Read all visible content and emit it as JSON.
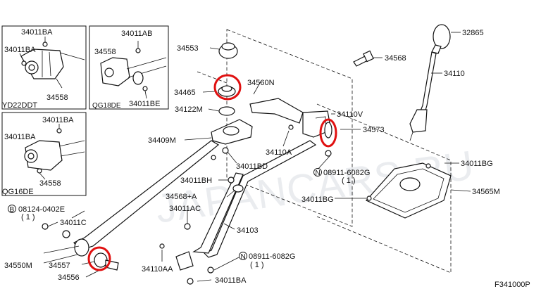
{
  "watermark": "JAPANCARS.RU",
  "diagram_code": "F341000P",
  "colors": {
    "highlight": "#e01010",
    "line": "#111111",
    "watermark": "#d9dde3"
  },
  "insets": [
    {
      "variant": "YD22DDT",
      "labels": [
        "34011BA",
        "34011BA",
        "34558"
      ]
    },
    {
      "variant": "QG18DE",
      "labels": [
        "34011AB",
        "34558",
        "34011BE"
      ]
    },
    {
      "variant": "QG16DE",
      "labels": [
        "34011BA",
        "34011BA",
        "34558"
      ]
    }
  ],
  "callouts": {
    "p32865": "32865",
    "p34568": "34568",
    "p34110": "34110",
    "p34553": "34553",
    "p34560N": "34560N",
    "p34465": "34465",
    "p34122M": "34122M",
    "p34110V": "34110V",
    "p34573": "34573",
    "p34409M": "34409M",
    "p34110A": "34110A",
    "p34011BG_r": "34011BG",
    "p34011BD": "34011BD",
    "p08911_a": "08911-6082G",
    "p08911_a_qty": "( 1 )",
    "p34565M": "34565M",
    "p34011BH": "34011BH",
    "p34568A": "34568+A",
    "p34011BG_c": "34011BG",
    "p08124": "08124-0402E",
    "p08124_qty": "( 1 )",
    "p34011AC": "34011AC",
    "p34011C": "34011C",
    "p34103": "34103",
    "p34550M": "34550M",
    "p34557": "34557",
    "p34556": "34556",
    "p34110AA": "34110AA",
    "p08911_b": "08911-6082G",
    "p08911_b_qty": "( 1 )",
    "p34011BA_b": "34011BA"
  },
  "bolt_marker": "B",
  "nut_marker": "N"
}
